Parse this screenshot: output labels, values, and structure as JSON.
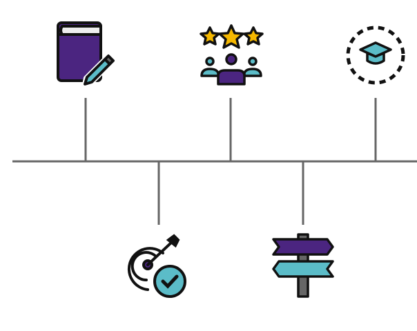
{
  "colors": {
    "line": "#666666",
    "purple": "#4b2580",
    "teal": "#5bbcc8",
    "yellow": "#f5b800",
    "outline": "#111111",
    "gray": "#666666"
  },
  "timeline": {
    "milestones": [
      {
        "icon": "book-pencil-icon",
        "position": "above"
      },
      {
        "icon": "target-check-icon",
        "position": "below"
      },
      {
        "icon": "team-rating-stars-icon",
        "position": "above"
      },
      {
        "icon": "signpost-icon",
        "position": "below"
      },
      {
        "icon": "graduation-cap-icon",
        "position": "above"
      }
    ]
  }
}
